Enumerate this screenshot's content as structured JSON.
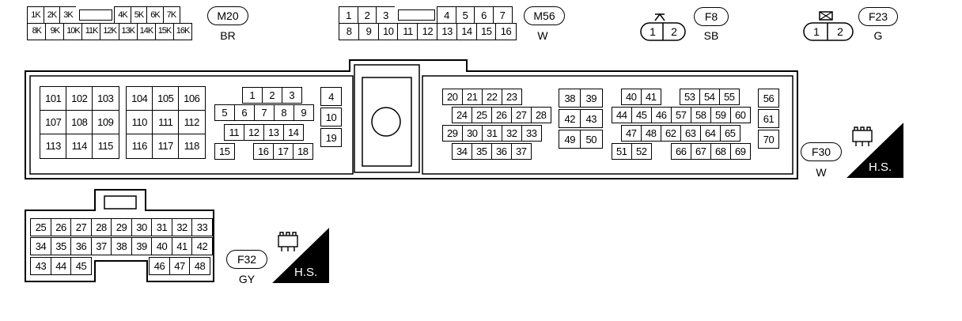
{
  "connectors": {
    "m20": {
      "id": "M20",
      "color": "BR",
      "row1": [
        "1K",
        "2K",
        "3K",
        "",
        "4K",
        "5K",
        "6K",
        "7K"
      ],
      "row2": [
        "8K",
        "9K",
        "10K",
        "11K",
        "12K",
        "13K",
        "14K",
        "15K",
        "16K"
      ]
    },
    "m56": {
      "id": "M56",
      "color": "W",
      "row1": [
        "1",
        "2",
        "3",
        "",
        "4",
        "5",
        "6",
        "7"
      ],
      "row2": [
        "8",
        "9",
        "10",
        "11",
        "12",
        "13",
        "14",
        "15",
        "16"
      ]
    },
    "f8": {
      "id": "F8",
      "color": "SB",
      "pins": [
        "1",
        "2"
      ]
    },
    "f23": {
      "id": "F23",
      "color": "G",
      "pins": [
        "1",
        "2"
      ]
    },
    "f30": {
      "id": "F30",
      "color": "W",
      "hs_label": "H.S.",
      "block1": [
        [
          "101",
          "102",
          "103"
        ],
        [
          "107",
          "108",
          "109"
        ],
        [
          "113",
          "114",
          "115"
        ]
      ],
      "block2": [
        [
          "104",
          "105",
          "106"
        ],
        [
          "110",
          "111",
          "112"
        ],
        [
          "116",
          "117",
          "118"
        ]
      ],
      "block3": [
        [
          "1",
          "2",
          "3"
        ],
        [
          "5",
          "6",
          "7",
          "8",
          "9"
        ],
        [
          "11",
          "12",
          "13",
          "14"
        ],
        [
          "15",
          "16",
          "17",
          "18"
        ]
      ],
      "block4": [
        "4",
        "10",
        "19"
      ],
      "block5": [
        [
          "20",
          "21",
          "22",
          "23"
        ],
        [
          "24",
          "25",
          "26",
          "27",
          "28"
        ],
        [
          "29",
          "30",
          "31",
          "32",
          "33"
        ],
        [
          "34",
          "35",
          "36",
          "37"
        ]
      ],
      "block6": [
        [
          "38",
          "39"
        ],
        [
          "42",
          "43"
        ],
        [
          "49",
          "50"
        ]
      ],
      "block7": [
        [
          "40",
          "41",
          "53",
          "54",
          "55"
        ],
        [
          "44",
          "45",
          "46",
          "57",
          "58",
          "59",
          "60"
        ],
        [
          "47",
          "48",
          "62",
          "63",
          "64",
          "65"
        ],
        [
          "51",
          "52",
          "66",
          "67",
          "68",
          "69"
        ]
      ],
      "block8": [
        "56",
        "61",
        "70"
      ]
    },
    "f32": {
      "id": "F32",
      "color": "GY",
      "hs_label": "H.S.",
      "row1": [
        "25",
        "26",
        "27",
        "28",
        "29",
        "30",
        "31",
        "32",
        "33"
      ],
      "row2": [
        "34",
        "35",
        "36",
        "37",
        "38",
        "39",
        "40",
        "41",
        "42"
      ],
      "row3a": [
        "43",
        "44",
        "45"
      ],
      "row3b": [
        "46",
        "47",
        "48"
      ]
    }
  }
}
